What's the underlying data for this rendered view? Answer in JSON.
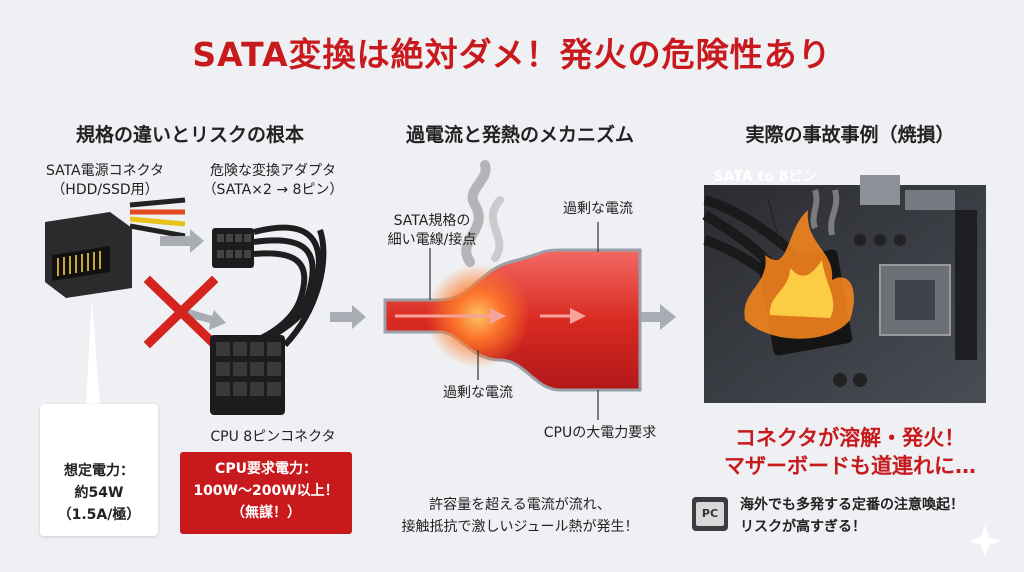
{
  "title": "SATA変換は絶対ダメ！発火の危険性あり",
  "sections": {
    "left": "規格の違いとリスクの根本",
    "middle": "過電流と発熱のメカニズム",
    "right": "実際の事故事例（焼損）"
  },
  "left": {
    "sata_label_1": "SATA電源コネクタ",
    "sata_label_2": "（HDD/SSD用）",
    "adapter_label_1": "危険な変換アダプタ",
    "adapter_label_2": "（SATA×2 → 8ピン）",
    "cpu_connector_label": "CPU 8ピンコネクタ",
    "assumed_1": "想定電力：",
    "assumed_2": "約54W",
    "assumed_3": "（1.5A/極）",
    "cpu_req_1": "CPU要求電力：",
    "cpu_req_2": "100W～200W以上！",
    "cpu_req_3": "（無謀！）"
  },
  "middle": {
    "thin_1": "SATA規格の",
    "thin_2": "細い電線/接点",
    "excess_top": "過剰な電流",
    "excess_bottom": "過剰な電流",
    "cpu_demand": "CPUの大電力要求",
    "note_1": "許容量を超える電流が流れ、",
    "note_2": "接触抵抗で激しいジュール熱が発生！"
  },
  "right": {
    "photo_label": "SATA to 8ピン",
    "warning_1": "コネクタが溶解・発火！",
    "warning_2": "マザーボードも道連れに…",
    "pc_icon": "PC",
    "tip_1": "海外でも多発する定番の注意喚起！",
    "tip_2": "リスクが高すぎる！"
  },
  "colors": {
    "accent": "#c8191c",
    "background": "#eef0f3"
  }
}
